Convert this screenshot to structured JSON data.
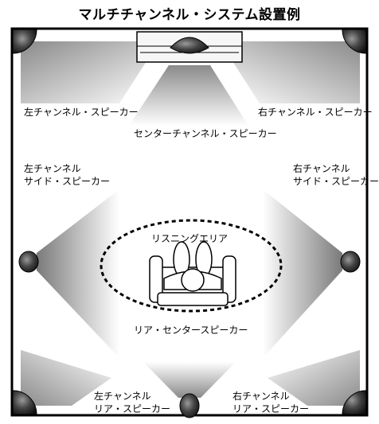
{
  "title": "マルチチャンネル・システム設置例",
  "labels": {
    "front_left": "左チャンネル・スピーカー",
    "front_right": "右チャンネル・スピーカー",
    "center": "センターチャンネル・スピーカー",
    "side_left": [
      "左チャンネル",
      "サイド・スピーカー"
    ],
    "side_right": [
      "右チャンネル",
      "サイド・スピーカー"
    ],
    "listening_area": "リスニングエリア",
    "rear_center": "リア・センタースピーカー",
    "rear_left": [
      "左チャンネル",
      "リア・スピーカー"
    ],
    "rear_right": [
      "右チャンネル",
      "リア・スピーカー"
    ]
  },
  "colors": {
    "speaker": "#2a2a2a",
    "frame": "#000000",
    "beam_dark": "#8a8a8a"
  }
}
